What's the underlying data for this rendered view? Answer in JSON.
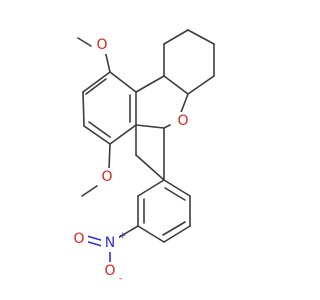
{
  "molecule": {
    "atoms": {
      "o_methoxy_top": "O",
      "c_methyl_top": "",
      "o_methoxy_bottom": "O",
      "c_methyl_bottom": "",
      "o_ring": "O",
      "n_nitro": "N",
      "n_charge": "+",
      "o_nitro": "O",
      "o_nitro_charge": "-"
    }
  }
}
